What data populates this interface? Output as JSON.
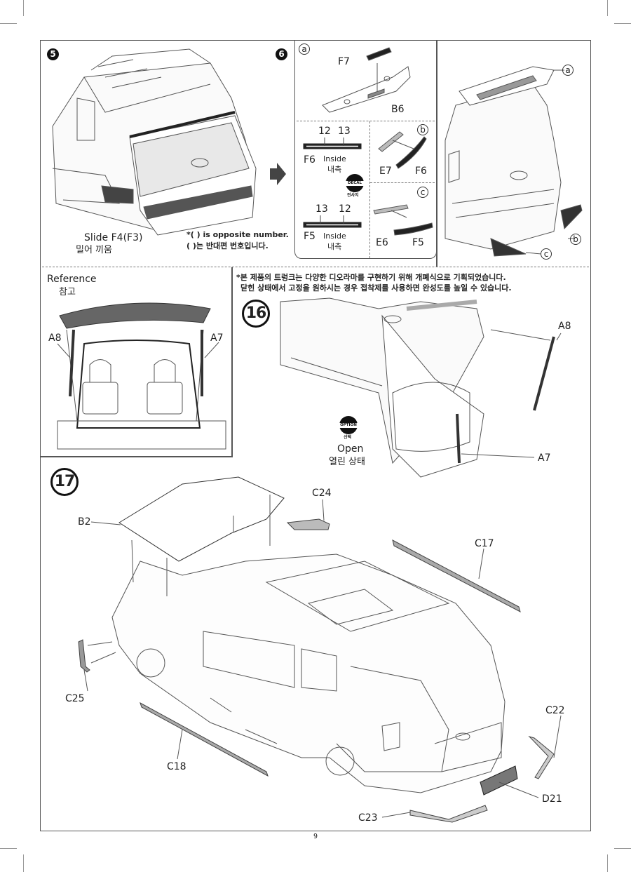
{
  "page": {
    "number": "9"
  },
  "step5": {
    "number": "5",
    "slide_label": "Slide  F4(F3)",
    "slide_label_kr": "밀어 끼움",
    "note_en": "*(    ) is opposite number.",
    "note_kr": "(    )는  반대편 번호입니다."
  },
  "step6": {
    "number": "6",
    "sub_a": {
      "marker": "a",
      "parts": [
        "F7",
        "B6"
      ]
    },
    "decal_f6": {
      "part": "F6",
      "numbers": [
        "12",
        "13"
      ],
      "inside_en": "Inside",
      "inside_kr": "내측"
    },
    "decal_f5": {
      "part": "F5",
      "numbers": [
        "13",
        "12"
      ],
      "inside_en": "Inside",
      "inside_kr": "내측"
    },
    "decal_badge": {
      "top": "DECAL",
      "bottom": "전사지"
    },
    "sub_b": {
      "marker": "b",
      "parts": [
        "E7",
        "F6"
      ]
    },
    "sub_c": {
      "marker": "c",
      "parts": [
        "E6",
        "F5"
      ]
    },
    "assembly_markers": [
      "a",
      "b",
      "c"
    ]
  },
  "reference": {
    "title_en": "Reference",
    "title_kr": "참고",
    "parts": [
      "A8",
      "A7"
    ]
  },
  "notice": {
    "line1": "*본 제품의 트렁크는 다양한 디오라마를 구현하기 위해 개폐식으로 기획되었습니다.",
    "line2": "닫힌 상태에서 고정을 원하시는 경우 접착제를 사용하면 완성도를 높일 수 있습니다."
  },
  "step16": {
    "number": "16",
    "parts": [
      "A8",
      "A7"
    ],
    "option_badge": {
      "top": "OPTION",
      "bottom": "선택"
    },
    "state_en": "Open",
    "state_kr": "열린 상태"
  },
  "step17": {
    "number": "17",
    "parts": [
      "B2",
      "C24",
      "C17",
      "C25",
      "C18",
      "C22",
      "D21",
      "C23"
    ]
  }
}
